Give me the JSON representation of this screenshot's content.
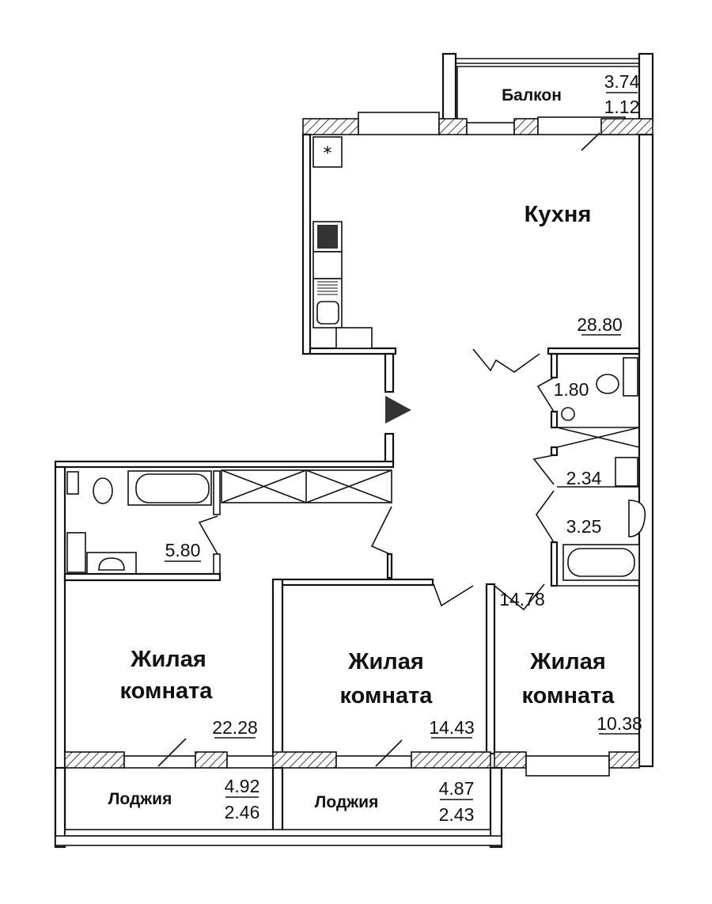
{
  "plan": {
    "rooms": {
      "balcony": {
        "name": "Балкон",
        "area": "3.74",
        "area_reduced": "1.12"
      },
      "kitchen": {
        "name": "Кухня",
        "area": "28.80"
      },
      "wc": {
        "area": "1.80"
      },
      "storage": {
        "area": "2.34"
      },
      "bathroom_small": {
        "area": "3.25"
      },
      "hall": {
        "area": "14.78"
      },
      "bathroom_large": {
        "area": "5.80"
      },
      "room1": {
        "name1": "Жилая",
        "name2": "комната",
        "area": "22.28"
      },
      "room2": {
        "name1": "Жилая",
        "name2": "комната",
        "area": "14.43"
      },
      "room3": {
        "name1": "Жилая",
        "name2": "комната",
        "area": "10.38"
      },
      "loggia1": {
        "name": "Лоджия",
        "area": "4.92",
        "area_reduced": "2.46"
      },
      "loggia2": {
        "name": "Лоджия",
        "area": "4.87",
        "area_reduced": "2.43"
      }
    },
    "icons": {
      "entrance": "entrance-arrow-icon"
    },
    "colors": {
      "line": "#111111",
      "background": "#ffffff"
    }
  }
}
